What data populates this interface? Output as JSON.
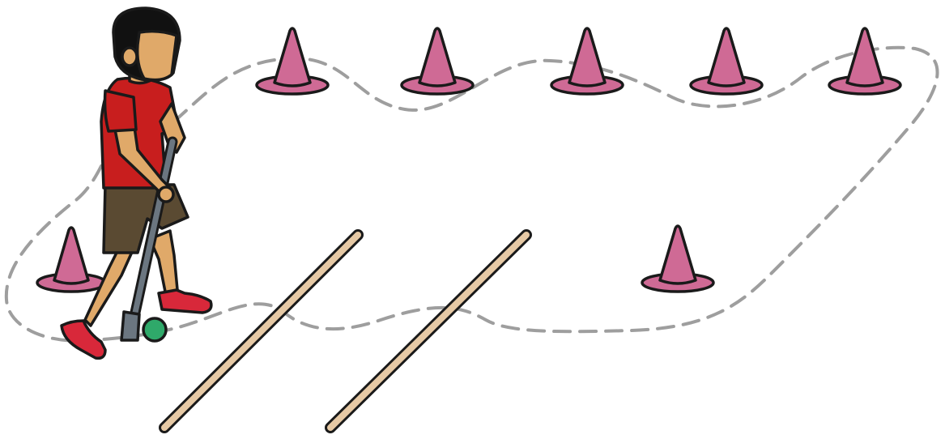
{
  "scene": {
    "description_free": true,
    "colors": {
      "background": "#ffffff",
      "cone": "#cf6a95",
      "cone_dark": "#b5527d",
      "path_dash": "#9e9e9e",
      "pole": "#e6c9a5",
      "shirt": "#c81e1e",
      "shorts": "#5a4a32",
      "skin": "#e0a969",
      "hair": "#111111",
      "shoes": "#d8283a",
      "stick": "#6b7680",
      "ball": "#2fa96a"
    },
    "objects": {
      "cone_count": 7,
      "pole_count": 2,
      "ball_count": 1,
      "player_count": 1
    },
    "icons": [
      "cone-icon",
      "pole-icon",
      "player-icon",
      "ball-icon",
      "dashed-path"
    ]
  }
}
